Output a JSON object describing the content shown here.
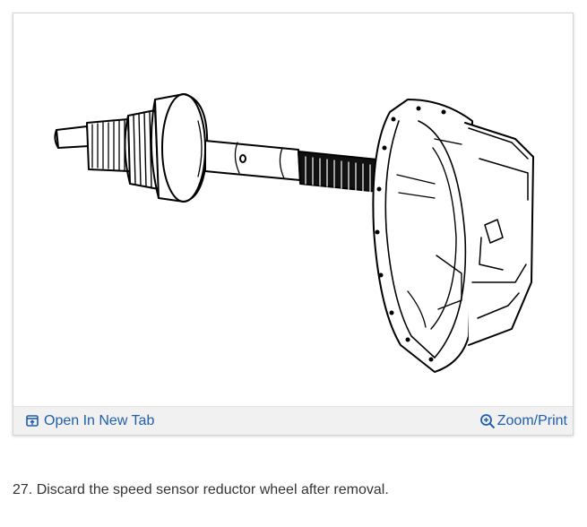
{
  "figure": {
    "image_alt_icon": "transmission-shaft-diagram"
  },
  "toolbar": {
    "open_new_tab_label": "Open In New Tab",
    "open_new_tab_icon": "open-in-new-tab-icon",
    "zoom_print_label": "Zoom/Print",
    "zoom_print_icon": "zoom-in-icon",
    "link_color": "#1f5fae"
  },
  "caption": {
    "text": "27. Discard the speed sensor reductor wheel after removal."
  }
}
